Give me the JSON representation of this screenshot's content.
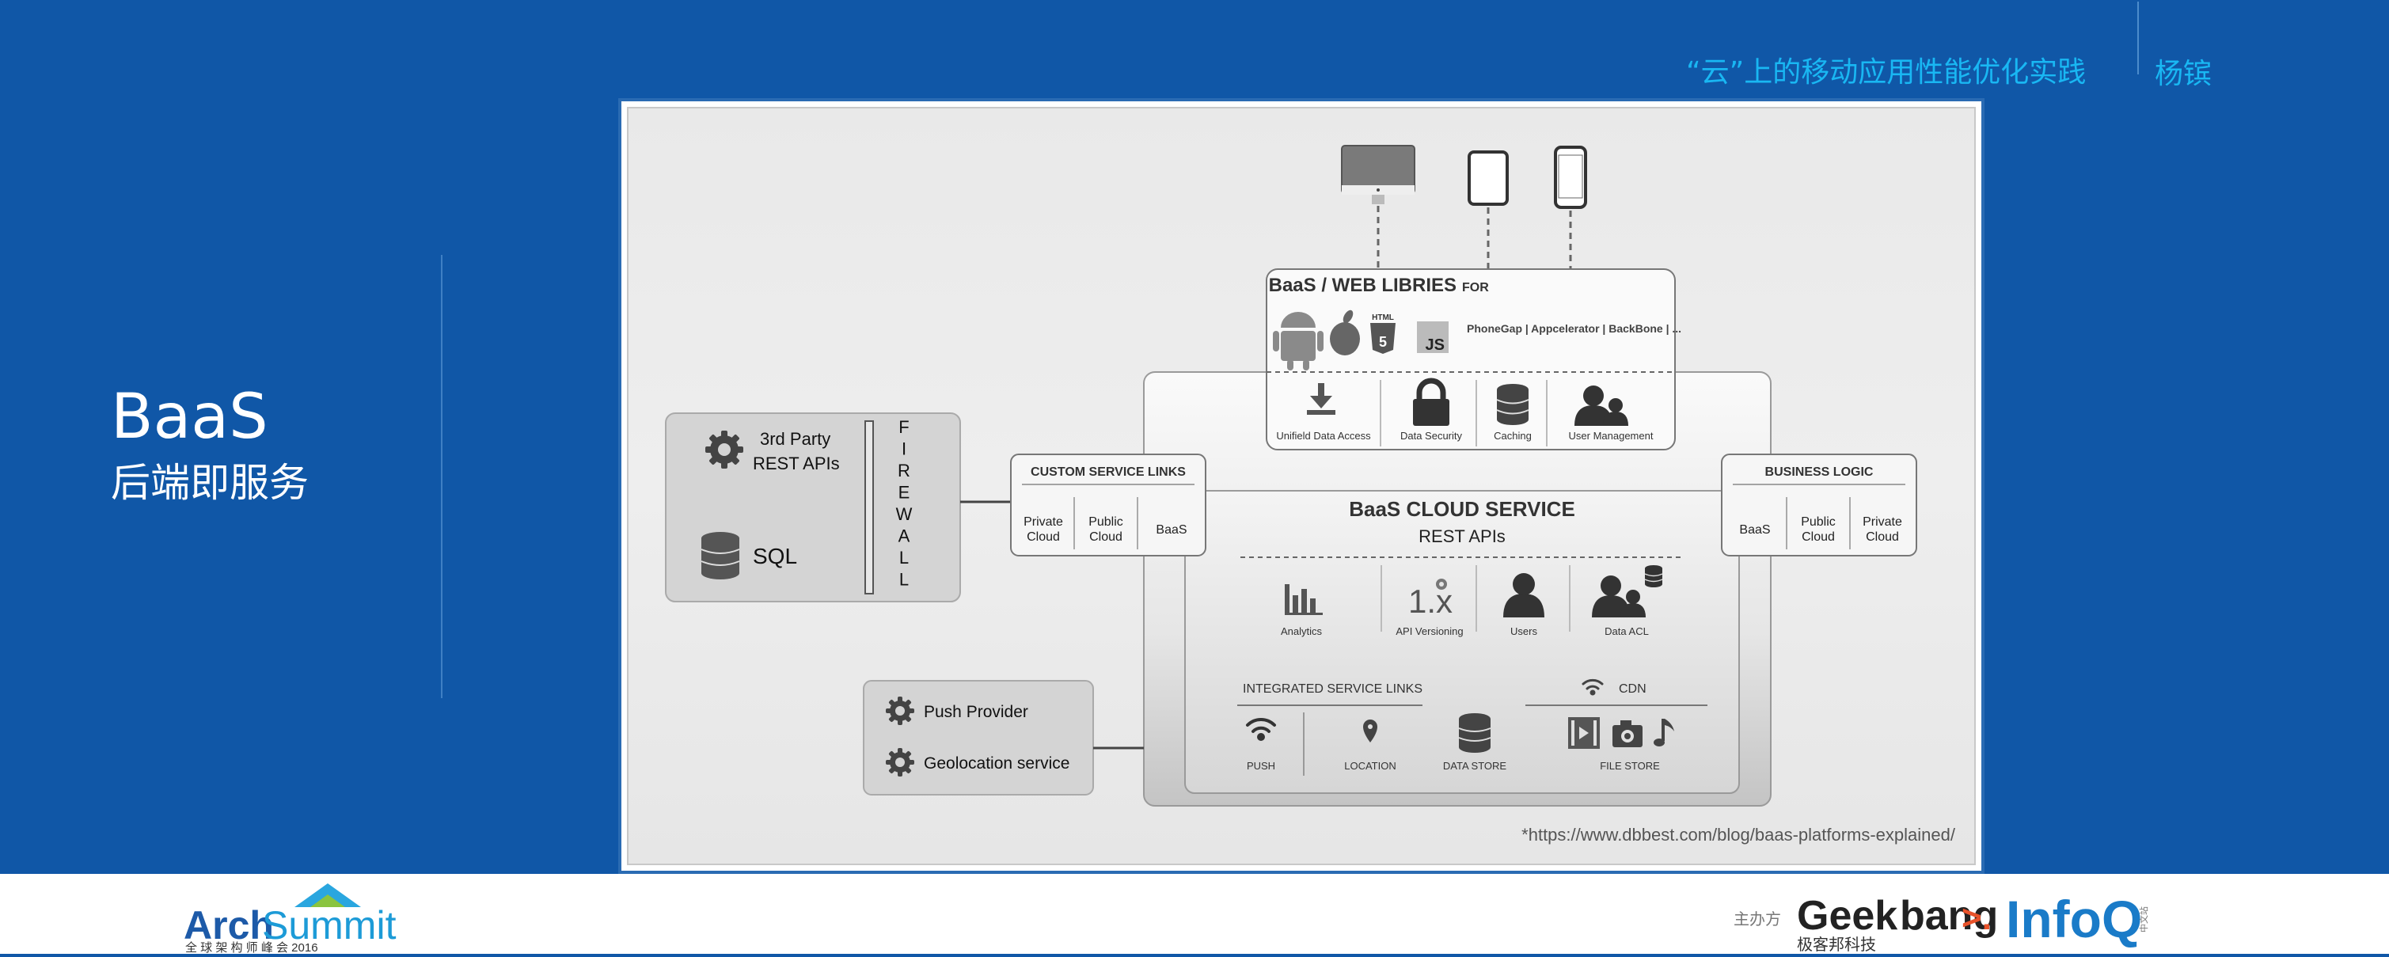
{
  "header": {
    "title": "“云”上的移动应用性能优化实践",
    "author": "杨镔"
  },
  "left": {
    "title": "BaaS",
    "subtitle": "后端即服务"
  },
  "diagram": {
    "web_libraries": {
      "title": "BaaS  / WEB LIBRIES",
      "title_suffix": "FOR",
      "html5_label": "HTML",
      "js_label": "JS",
      "frameworks": "PhoneGap | Appcelerator | BackBone | ...",
      "features": [
        "Unifield Data Access",
        "Data Security",
        "Caching",
        "User Management"
      ]
    },
    "third_party": {
      "rest_apis_line1": "3rd Party",
      "rest_apis_line2": "REST APIs",
      "sql": "SQL",
      "firewall_letters": [
        "F",
        "I",
        "R",
        "E",
        "W",
        "A",
        "L",
        "L"
      ]
    },
    "custom_links": {
      "title": "CUSTOM SERVICE LINKS",
      "cols": [
        [
          "Private",
          "Cloud"
        ],
        [
          "Public",
          "Cloud"
        ],
        [
          "BaaS"
        ]
      ]
    },
    "business_logic": {
      "title": "BUSINESS LOGIC",
      "cols": [
        [
          "BaaS"
        ],
        [
          "Public",
          "Cloud"
        ],
        [
          "Private",
          "Cloud"
        ]
      ]
    },
    "cloud": {
      "title": "BaaS  CLOUD SERVICE",
      "subtitle": "REST APIs",
      "version_glyph": "1.x",
      "features": [
        "Analytics",
        "API Versioning",
        "Users",
        "Data ACL"
      ],
      "integrated_title": "INTEGRATED SERVICE LINKS",
      "cdn": "CDN",
      "links": [
        "PUSH",
        "LOCATION",
        "DATA STORE",
        "FILE STORE"
      ]
    },
    "push": {
      "provider": "Push Provider",
      "geo": "Geolocation service"
    },
    "source": "*https://www.dbbest.com/blog/baas-platforms-explained/"
  },
  "footer": {
    "arch_brand_1": "Arch",
    "arch_brand_2": "Summit",
    "arch_sub": "全 球 架 构 师 峰 会 2016",
    "organizer_label": "主办方",
    "geek_1": "Geek",
    "geek_2": "bang",
    "geek_arrow": ">.",
    "geek_cn": "极客邦科技",
    "infoq": "InfoQ",
    "infoq_small": "中文站"
  },
  "colors": {
    "background": "#1057a7",
    "header_text": "#19b7f3",
    "panel": "#e4e4e4",
    "text_dark": "#222222"
  }
}
